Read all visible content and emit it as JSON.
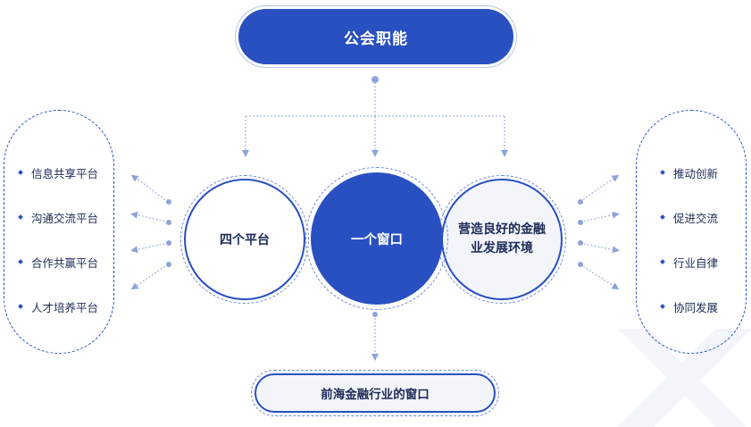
{
  "top": {
    "title": "公会职能"
  },
  "left_panel": {
    "items": [
      "信息共享平台",
      "沟通交流平台",
      "合作共赢平台",
      "人才培养平台"
    ]
  },
  "right_panel": {
    "items": [
      "推动创新",
      "促进交流",
      "行业自律",
      "协同发展"
    ]
  },
  "circles": {
    "left": "四个平台",
    "middle": "一个窗口",
    "right": "营造良好的金融业发展环境"
  },
  "bottom": {
    "title": "前海金融行业的窗口"
  },
  "colors": {
    "primary": "#2950c0",
    "text": "#1b2a55",
    "light_fill": "#f3f5fb",
    "connector": "#8fa3da"
  }
}
